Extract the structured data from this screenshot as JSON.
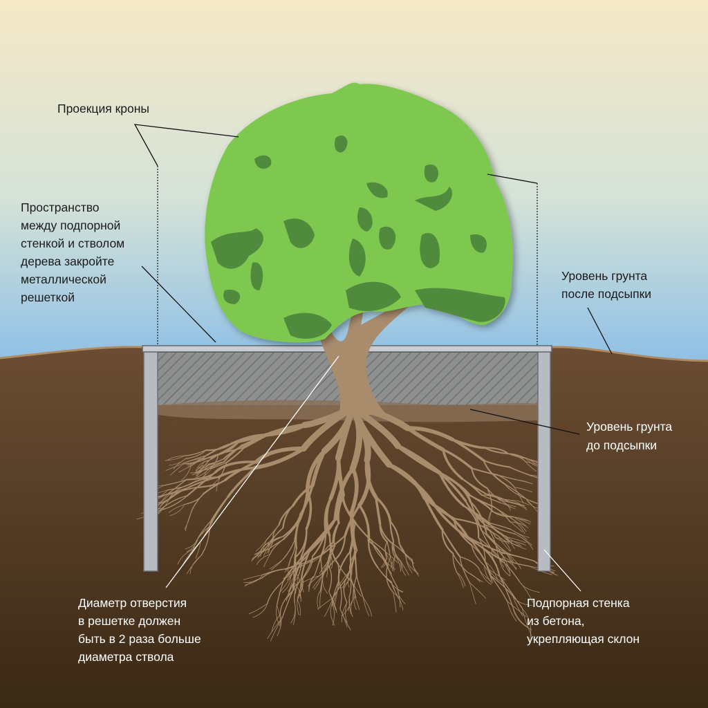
{
  "title": "Схема защиты корней дерева при подсыпке грунта",
  "labels": {
    "crown_projection": [
      "Проекция кроны"
    ],
    "space_cover": [
      "Пространство",
      "между подпорной",
      "стенкой и стволом",
      "дерева закройте",
      "металлической",
      "решеткой"
    ],
    "level_after": [
      "Уровень грунта",
      "после подсыпки"
    ],
    "level_before": [
      "Уровень грунта",
      "до подсыпки"
    ],
    "hole_diameter": [
      "Диаметр отверстия",
      "в решетке должен",
      "быть в 2 раза больше",
      "диаметра ствола"
    ],
    "retaining_wall": [
      "Подпорная стенка",
      "из бетона,",
      "укрепляющая склон"
    ]
  },
  "colors": {
    "sky_top": "#f6e9c6",
    "sky_bottom": "#8dbfe6",
    "soil_top": "#6b4d33",
    "soil_bottom": "#3a2915",
    "canopy": "#7ec850",
    "canopy_dark": "#4f8a3c",
    "root": "#a88c6c",
    "wall": "#b8bcc2"
  }
}
